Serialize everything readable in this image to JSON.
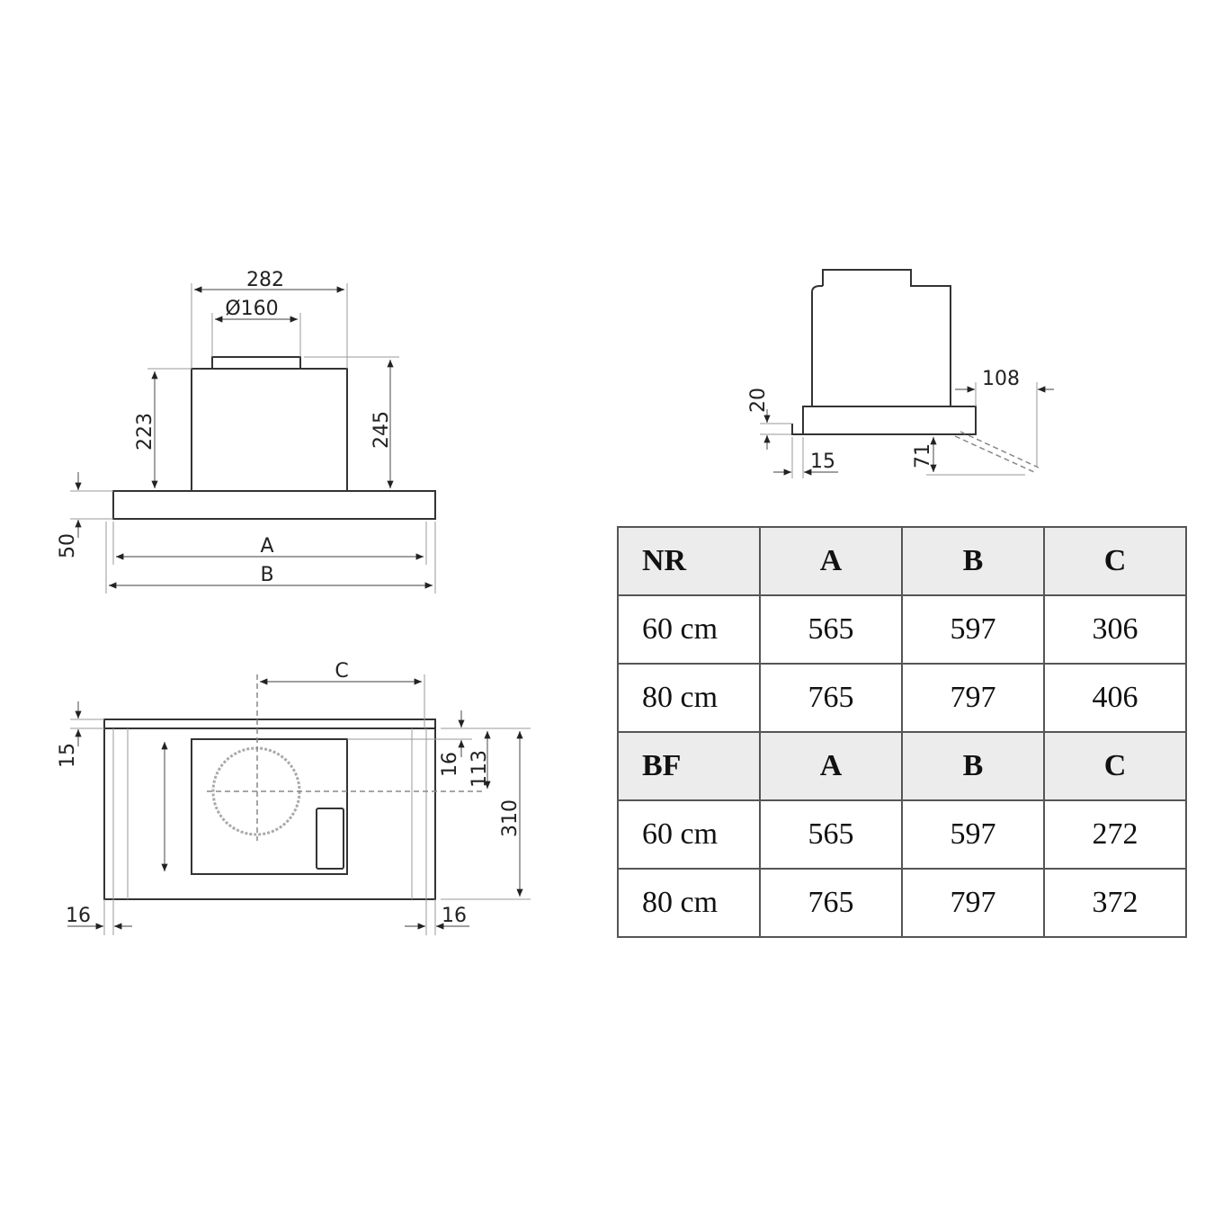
{
  "front_view": {
    "width_top": "282",
    "duct_diameter": "Ø160",
    "height_body": "223",
    "height_total": "245",
    "base_height": "50",
    "width_a": "A",
    "width_b": "B"
  },
  "bottom_view": {
    "duct_offset": "C",
    "strip": "15",
    "inset_top": "16",
    "duct_center": "113",
    "depth": "310",
    "side_left": "16",
    "side_right": "16"
  },
  "side_view": {
    "flap": "108",
    "lip_height": "20",
    "lip_depth": "15",
    "flap_drop": "71"
  },
  "table": {
    "sections": [
      {
        "header": [
          "NR",
          "A",
          "B",
          "C"
        ],
        "rows": [
          [
            "60 cm",
            "565",
            "597",
            "306"
          ],
          [
            "80 cm",
            "765",
            "797",
            "406"
          ]
        ]
      },
      {
        "header": [
          "BF",
          "A",
          "B",
          "C"
        ],
        "rows": [
          [
            "60 cm",
            "565",
            "597",
            "272"
          ],
          [
            "80 cm",
            "765",
            "797",
            "372"
          ]
        ]
      }
    ]
  }
}
